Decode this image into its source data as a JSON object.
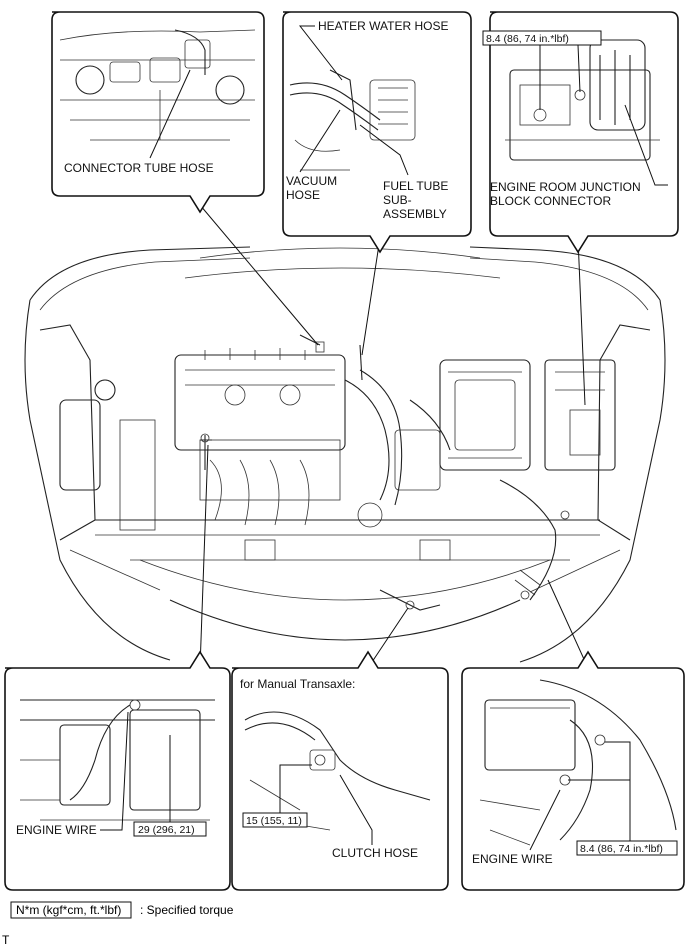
{
  "callouts": {
    "connector_tube_hose": "CONNECTOR TUBE HOSE",
    "heater_water_hose": "HEATER WATER HOSE",
    "vacuum_hose_line1": "VACUUM",
    "vacuum_hose_line2": "HOSE",
    "fuel_tube_line1": "FUEL TUBE",
    "fuel_tube_line2": "SUB-",
    "fuel_tube_line3": "ASSEMBLY",
    "engine_room_jb_line1": "ENGINE ROOM JUNCTION",
    "engine_room_jb_line2": "BLOCK CONNECTOR",
    "engine_wire_left": "ENGINE WIRE",
    "manual_transaxle_note": "for Manual Transaxle:",
    "clutch_hose": "CLUTCH HOSE",
    "engine_wire_right": "ENGINE WIRE"
  },
  "torques": {
    "junction_block": "8.4 (86, 74 in.*lbf)",
    "engine_wire_left": "29 (296, 21)",
    "clutch_hose": "15 (155, 11)",
    "engine_wire_right": "8.4 (86, 74 in.*lbf)"
  },
  "legend": {
    "unit_box": "N*m (kgf*cm, ft.*lbf)",
    "description": ": Specified torque"
  },
  "corner_mark": "T"
}
